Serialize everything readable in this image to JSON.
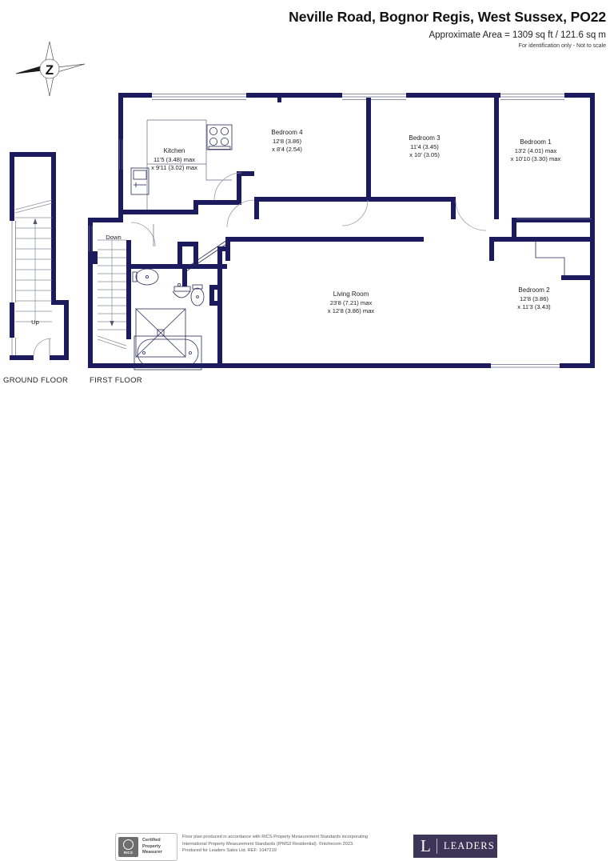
{
  "header": {
    "title": "Neville Road, Bognor Regis, West Sussex, PO22",
    "area": "Approximate Area = 1309 sq ft / 121.6 sq m",
    "note": "For identification only - Not to scale"
  },
  "compass": {
    "letter": "Z",
    "name": "north-compass"
  },
  "floors": {
    "ground_label": "GROUND FLOOR",
    "first_label": "FIRST FLOOR"
  },
  "stairs": {
    "up": "Up",
    "down": "Down"
  },
  "rooms": [
    {
      "name": "Kitchen",
      "dim1": "11'5 (3.48) max",
      "dim2": "x 9'11 (3.02) max"
    },
    {
      "name": "Bedroom 4",
      "dim1": "12'8 (3.86)",
      "dim2": "x 8'4 (2.54)"
    },
    {
      "name": "Bedroom 3",
      "dim1": "11'4 (3.45)",
      "dim2": "x 10' (3.05)"
    },
    {
      "name": "Bedroom 1",
      "dim1": "13'2 (4.01) max",
      "dim2": "x 10'10 (3.30) max"
    },
    {
      "name": "Living Room",
      "dim1": "23'8 (7.21) max",
      "dim2": "x 12'8 (3.86) max"
    },
    {
      "name": "Bedroom 2",
      "dim1": "12'8 (3.86)",
      "dim2": "x 11'3 (3.43)"
    }
  ],
  "footer": {
    "rics_line1": "Certified",
    "rics_line2": "Property",
    "rics_line3": "Measurer",
    "rics_mark": "RICS",
    "text_line1": "Floor plan produced in accordance with RICS Property Measurement Standards incorporating",
    "text_line2": "International Property Measurement Standards (IPMS2 Residential).   ©ntchecom 2023.",
    "text_line3": "Produced for Leaders Sales Ltd.   REF:  1047219",
    "brand_mark": "L",
    "brand_name": "LEADERS"
  },
  "colors": {
    "wall": "#1b1b5e",
    "brand": "#3c3557",
    "fixture_line": "#2a2a5a"
  }
}
